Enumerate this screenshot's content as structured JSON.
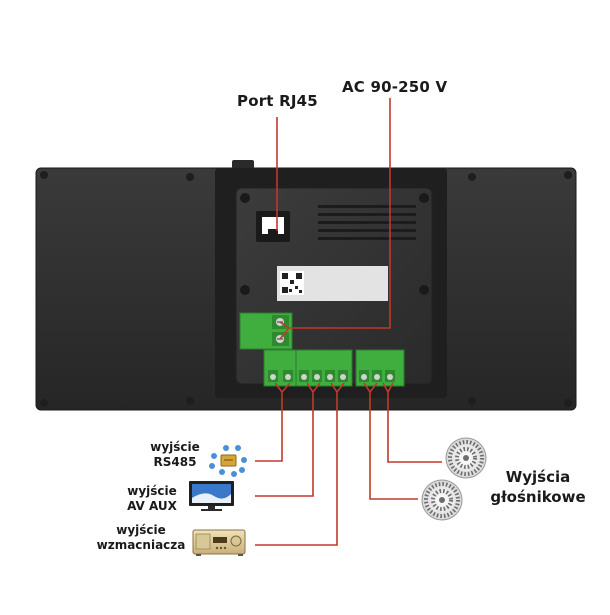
{
  "labels": {
    "port_rj45": "Port RJ45",
    "ac_power": "AC 90-250 V",
    "rs485": [
      "wyjście",
      "RS485"
    ],
    "av_aux": [
      "wyjście",
      "AV AUX"
    ],
    "amplifier": [
      "wyjście",
      "wzmacniacza"
    ],
    "speakers": [
      "Wyjścia",
      "głośnikowe"
    ]
  },
  "colors": {
    "callout_line": "#c0392b",
    "panel": "#2b2b2b",
    "terminal": "#3fae3f"
  },
  "icons": {
    "rs485": "rs485-network-icon",
    "av_aux": "tv-monitor-icon",
    "amplifier": "av-receiver-icon",
    "speaker": "ceiling-speaker-icon"
  }
}
